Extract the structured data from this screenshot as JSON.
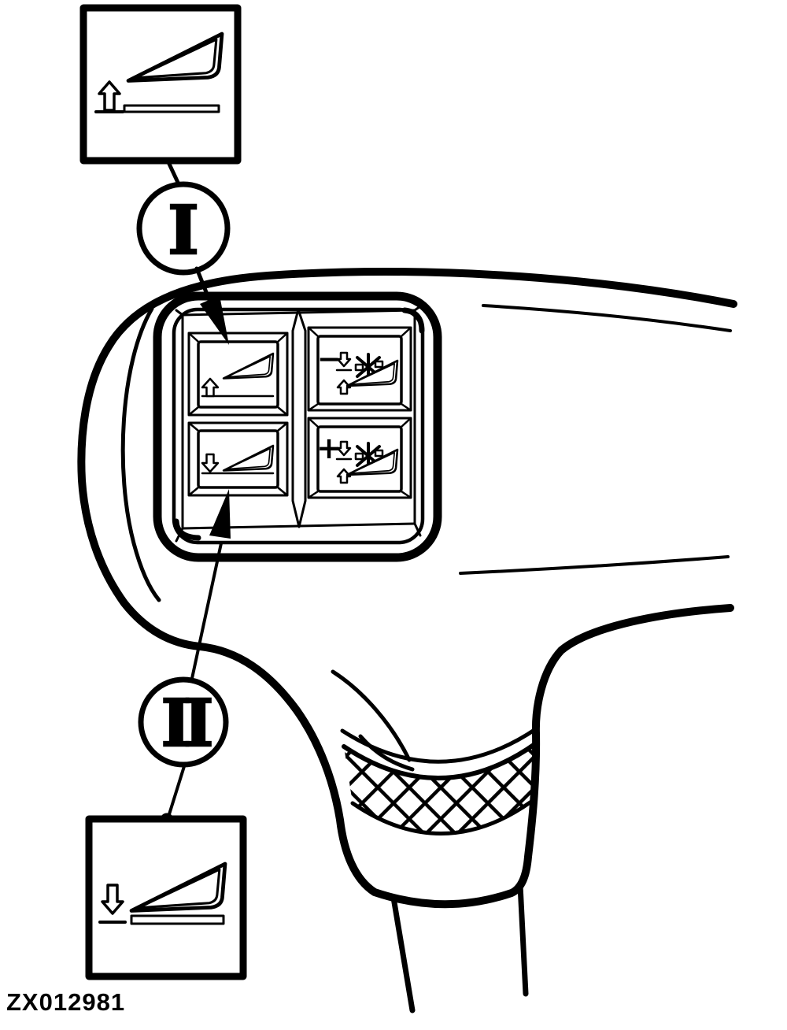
{
  "colors": {
    "ink": "#000000",
    "paper": "#ffffff"
  },
  "figure_code": "ZX012981",
  "legend_raise": {
    "callout_label": "I",
    "icon": "raise-implement-symbol",
    "elements": [
      "up-arrow-icon",
      "implement-wedge-icon",
      "ground-bar"
    ]
  },
  "legend_lower": {
    "callout_label": "II",
    "icon": "lower-implement-symbol",
    "elements": [
      "down-arrow-icon",
      "implement-wedge-icon",
      "ground-bar"
    ]
  },
  "control_pad": {
    "buttons": [
      {
        "position": "top-left",
        "icon": "raise-implement-icon"
      },
      {
        "position": "top-right",
        "icon": "decrease-drop-rate-icon",
        "sign": "−"
      },
      {
        "position": "bottom-left",
        "icon": "lower-implement-icon"
      },
      {
        "position": "bottom-right",
        "icon": "increase-drop-rate-icon",
        "sign": "+"
      }
    ]
  }
}
